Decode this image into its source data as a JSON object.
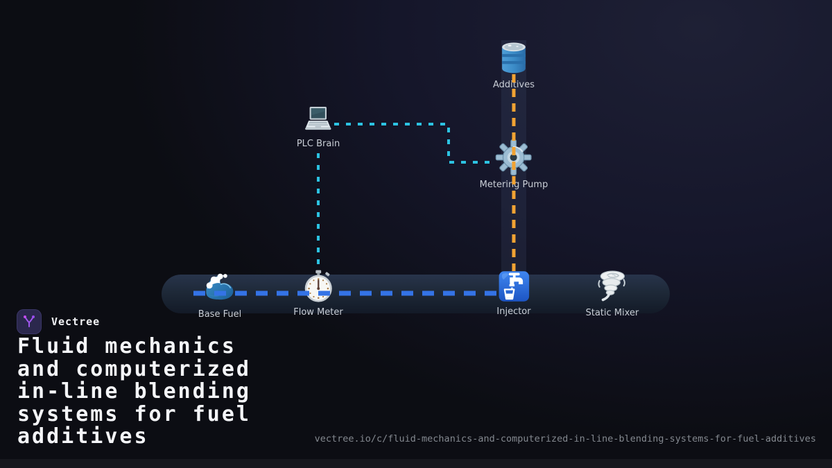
{
  "brand": {
    "name": "Vectree"
  },
  "title": {
    "text": "Fluid mechanics and computerized in-line blending systems for fuel additives",
    "lines": [
      "Fluid mechanics",
      "and computerized",
      "in-line blending",
      "systems for fuel",
      "additives"
    ]
  },
  "footer": {
    "url": "vectree.io/c/fluid-mechanics-and-computerized-in-line-blending-systems-for-fuel-additives"
  },
  "diagram": {
    "nodes": [
      {
        "id": "additives",
        "label": "Additives",
        "icon": "oil-drum-icon"
      },
      {
        "id": "plc-brain",
        "label": "PLC Brain",
        "icon": "laptop-icon"
      },
      {
        "id": "metering-pump",
        "label": "Metering Pump",
        "icon": "gear-icon"
      },
      {
        "id": "base-fuel",
        "label": "Base Fuel",
        "icon": "wave-icon"
      },
      {
        "id": "flow-meter",
        "label": "Flow Meter",
        "icon": "stopwatch-icon"
      },
      {
        "id": "injector",
        "label": "Injector",
        "icon": "faucet-icon"
      },
      {
        "id": "static-mixer",
        "label": "Static Mixer",
        "icon": "tornado-icon"
      }
    ],
    "lines": {
      "control_color": "#2cc3e2",
      "additive_color": "#f2a333",
      "fuel_color": "#3473e6"
    }
  }
}
